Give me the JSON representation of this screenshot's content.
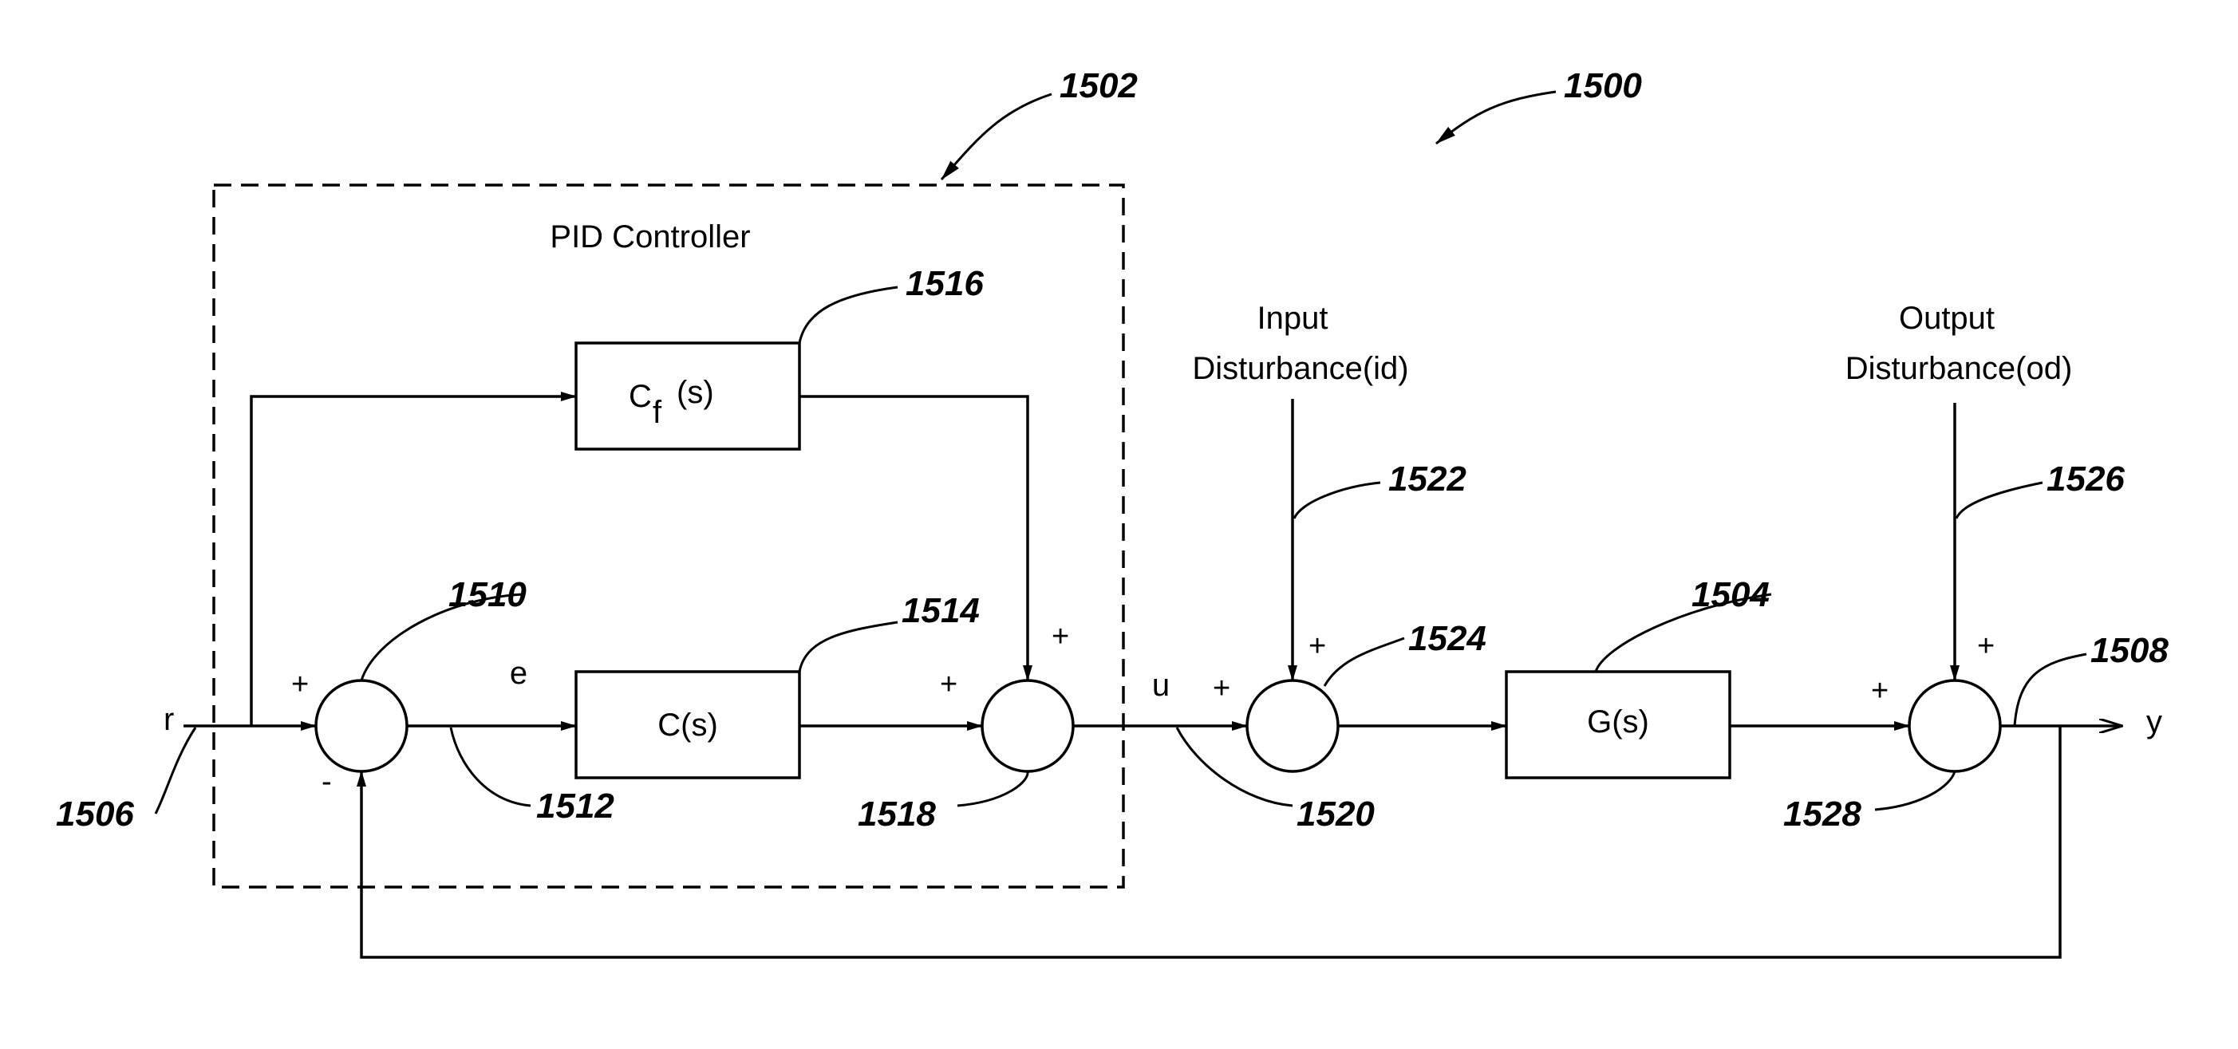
{
  "diagram": {
    "labels": {
      "pid_controller": "PID Controller",
      "cf_block": "C",
      "cf_subscript": "f",
      "cf_arg": "(s)",
      "c_block": "C(s)",
      "g_block": "G(s)",
      "input_disturbance_line1": "Input",
      "input_disturbance_line2": "Disturbance(id)",
      "output_disturbance_line1": "Output",
      "output_disturbance_line2": "Disturbance(od)",
      "signal_r": "r",
      "signal_e": "e",
      "signal_u": "u",
      "signal_y": "y"
    },
    "signs": {
      "sum1_plus": "+",
      "sum1_minus": "-",
      "sum2_plus_left": "+",
      "sum2_plus_top": "+",
      "sum3_plus_left": "+",
      "sum3_plus_top": "+",
      "sum4_plus_left": "+",
      "sum4_plus_top": "+"
    },
    "refs": {
      "system": "1500",
      "controller": "1502",
      "plant": "1504",
      "reference_input": "1506",
      "output": "1508",
      "sum1": "1510",
      "error": "1512",
      "c_block": "1514",
      "cf_block": "1516",
      "sum2": "1518",
      "control_signal": "1520",
      "input_disturbance": "1522",
      "sum3": "1524",
      "output_disturbance": "1526",
      "sum4": "1528"
    }
  }
}
